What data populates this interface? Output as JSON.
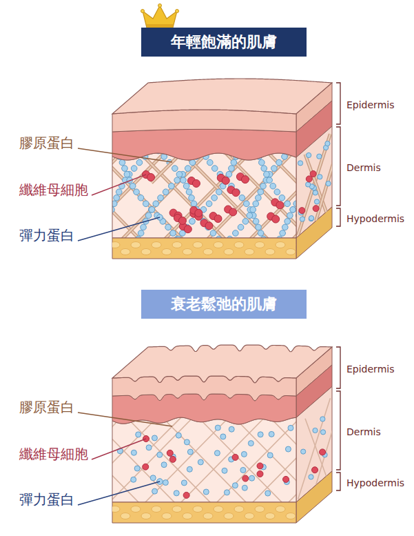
{
  "diagram": {
    "nodes": [
      {
        "text": [
          "年輕飽滿的肌膚"
        ]
      },
      {
        "text": [
          "衰老鬆弛的肌膚"
        ]
      }
    ],
    "labels": [
      "膠原蛋白",
      "纖維母細胞",
      "彈力蛋白",
      "Epidermis",
      "Dermis",
      "Hypodermis",
      "膠原蛋白",
      "纖維母細胞",
      "彈力蛋白",
      "Epidermis",
      "Dermis",
      "Hypodermis"
    ]
  }
}
